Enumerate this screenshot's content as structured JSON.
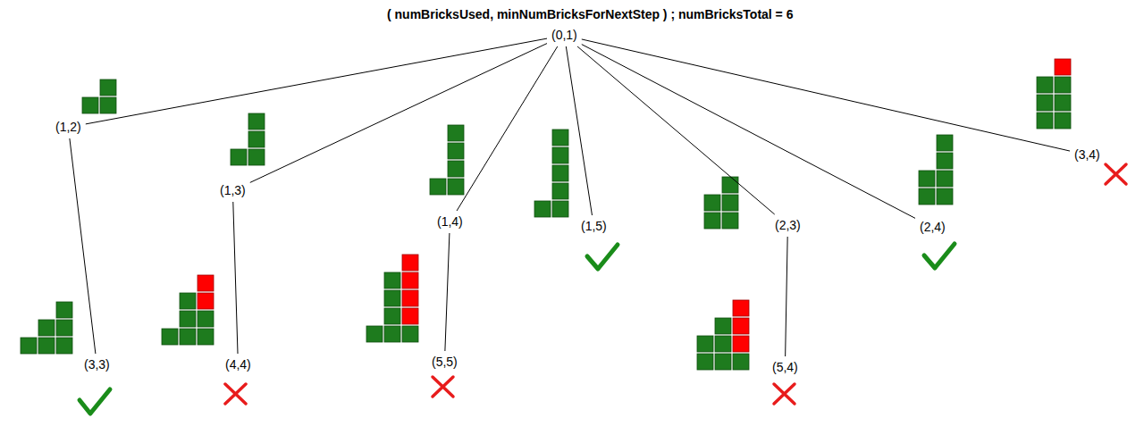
{
  "diagram": {
    "title": "( numBricksUsed, minNumBricksForNextStep ) ; numBricksTotal = 6",
    "nodes": [
      {
        "text": [
          "(0,1)"
        ]
      },
      {
        "text": [
          "(1,2)"
        ]
      },
      {
        "text": [
          "(1,3)"
        ]
      },
      {
        "text": [
          "(1,4)"
        ]
      },
      {
        "text": [
          "(1,5)"
        ]
      },
      {
        "text": [
          "(2,3)"
        ]
      },
      {
        "text": [
          "(2,4)"
        ]
      },
      {
        "text": [
          "(3,4)"
        ]
      },
      {
        "text": [
          "(3,3)"
        ]
      },
      {
        "text": [
          "(4,4)"
        ]
      },
      {
        "text": [
          "(5,5)"
        ]
      },
      {
        "text": [
          "(5,4)"
        ]
      }
    ],
    "edges": [
      {
        "from": 0,
        "to": 1,
        "arrow": "none"
      },
      {
        "from": 0,
        "to": 2,
        "arrow": "none"
      },
      {
        "from": 0,
        "to": 3,
        "arrow": "none"
      },
      {
        "from": 0,
        "to": 4,
        "arrow": "none"
      },
      {
        "from": 0,
        "to": 5,
        "arrow": "none"
      },
      {
        "from": 0,
        "to": 6,
        "arrow": "none"
      },
      {
        "from": 0,
        "to": 7,
        "arrow": "none"
      },
      {
        "from": 1,
        "to": 8,
        "arrow": "none"
      },
      {
        "from": 2,
        "to": 9,
        "arrow": "none"
      },
      {
        "from": 3,
        "to": 10,
        "arrow": "none"
      },
      {
        "from": 5,
        "to": 11,
        "arrow": "none"
      }
    ]
  }
}
